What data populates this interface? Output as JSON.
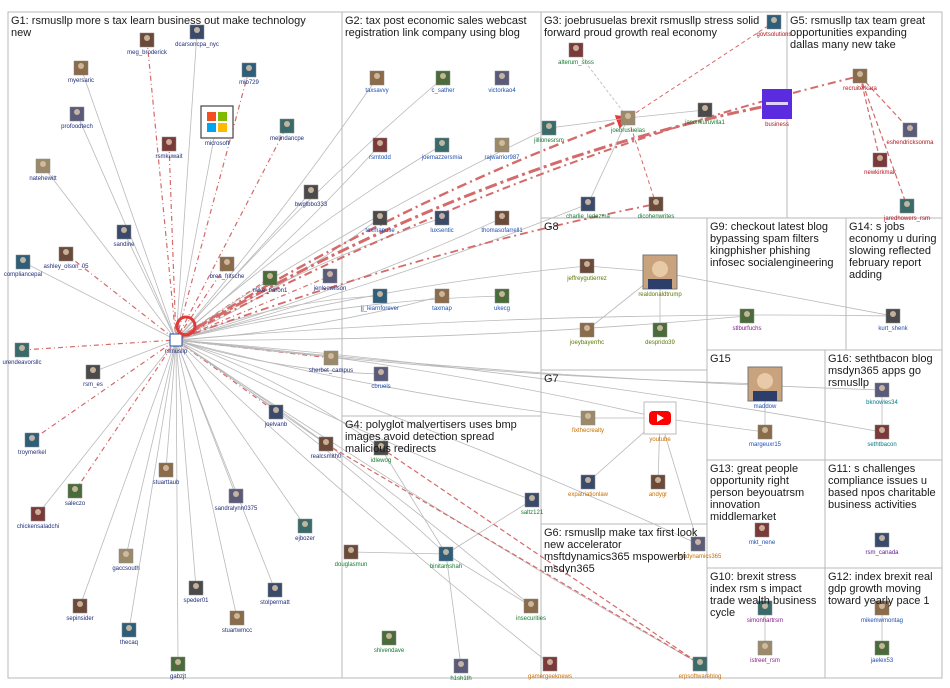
{
  "colors": {
    "group_border": "#b8b8b8",
    "edge_gray": "#b9b9b9",
    "edge_red": "#d46a6a",
    "edge_red_strong": "#e03a3a",
    "label_g1": "#1f2d7a",
    "label_g2": "#1f4fb0",
    "label_g3": "#137a2e",
    "label_g4": "#137a2e",
    "label_g5": "#b0141c",
    "label_g6": "#c86f00",
    "label_g7": "#c86f00",
    "label_g8": "#5c7a00",
    "label_g9": "#8a1a8a",
    "label_g10": "#8a1a8a",
    "label_g11": "#5a1a8a",
    "label_g12": "#1f4fb0",
    "label_g13": "#1f4fb0",
    "label_g14": "#1f4fb0",
    "label_g15": "#1f4fb0",
    "label_g16": "#007a8a"
  },
  "groups": [
    {
      "id": "G1",
      "lines": [
        "G1: rsmusllp more s tax learn business out make technology",
        "new"
      ]
    },
    {
      "id": "G2",
      "lines": [
        "G2: tax post economic sales webcast",
        "registration link company using blog"
      ]
    },
    {
      "id": "G3",
      "lines": [
        "G3: joebrusuelas brexit rsmusllp stress solid",
        "forward proud growth real economy"
      ]
    },
    {
      "id": "G5",
      "lines": [
        "G5: rsmusllp tax team great",
        "opportunities expanding",
        "dallas many new take"
      ]
    },
    {
      "id": "G8",
      "lines": [
        "G8"
      ]
    },
    {
      "id": "G9",
      "lines": [
        "G9: checkout latest blog",
        "bypassing spam filters",
        "kingphisher phishing",
        "infosec socialengineering"
      ]
    },
    {
      "id": "G14",
      "lines": [
        "G14: s jobs",
        "economy u during",
        "slowing reflected",
        "february report",
        "adding"
      ]
    },
    {
      "id": "G7",
      "lines": [
        "G7"
      ]
    },
    {
      "id": "G15",
      "lines": [
        "G15"
      ]
    },
    {
      "id": "G16",
      "lines": [
        "G16: sethtbacon blog",
        "msdyn365 apps go",
        "rsmusllp"
      ]
    },
    {
      "id": "G4",
      "lines": [
        "G4: polyglot malvertisers uses bmp",
        "images avoid detection spread",
        "malicious redirects"
      ]
    },
    {
      "id": "G6",
      "lines": [
        "G6: rsmusllp make tax first look",
        "new accelerator",
        "msftdynamics365 mspowerbi",
        "msdyn365"
      ]
    },
    {
      "id": "G13",
      "lines": [
        "G13: great people",
        "opportunity right",
        "person beyouatrsm",
        "innovation",
        "middlemarket"
      ]
    },
    {
      "id": "G11",
      "lines": [
        "G11: s challenges",
        "compliance issues u",
        "based npos charitable",
        "business activities"
      ]
    },
    {
      "id": "G10",
      "lines": [
        "G10: brexit stress",
        "index rsm s impact",
        "trade wealth business",
        "cycle"
      ]
    },
    {
      "id": "G12",
      "lines": [
        "G12: index brexit real",
        "gdp growth moving",
        "toward yearly pace 1"
      ]
    }
  ],
  "nodes": {
    "g1": [
      "dcarsoncpa_nyc",
      "meg_broderick",
      "mib729",
      "myersaric",
      "microsoft",
      "profoodtech",
      "rsmkuwait",
      "melindancpe",
      "natehewitt",
      "bwglbbo333",
      "sandine",
      "ashley_olson_05",
      "compliancepal",
      "brea_fritsche",
      "mike_baron1",
      "jenleewilson",
      "rsmusllp",
      "urendeavorsllc",
      "sherbet_campus",
      "rsm_es",
      "joelvanb",
      "realcsmith0",
      "troymerkel",
      "stuarttaub",
      "saleczo",
      "sandralynn0375",
      "chickensaladchi",
      "ejbozer",
      "gaccsouth",
      "speder01",
      "stolpermatt",
      "sepinsider",
      "thecaq",
      "stuartwmcc",
      "gabzjt"
    ],
    "g2": [
      "taxsavvy",
      "c_sather",
      "victorkao4",
      "rsmtodd",
      "joemazzersmia",
      "rajwarrior987",
      "taxmapuse",
      "luxsentic",
      "thomasofarrell1",
      "jj_learnforever",
      "taxmap",
      "ukecg",
      "cbruels"
    ],
    "g3": [
      "alterum_shss",
      "jillionesrsm",
      "joebrusuelas",
      "jasonkuruvilla1",
      "charlie_ledezma",
      "dicohenwrites"
    ],
    "g4": [
      "idlewog",
      "saltz121",
      "douglasmun",
      "binitamshah",
      "insecurities",
      "shivendave",
      "h1sh1th"
    ],
    "g5": [
      "govtsolutions",
      "recruiterkara",
      "business",
      "eshendricksonma",
      "newkirkmak",
      "jaredhowers_rsm"
    ],
    "g6": [
      "msftdynamics365",
      "gamergeeknews",
      "erpsoftwareblog"
    ],
    "g7": [
      "fixthecrealty",
      "youtube",
      "expatriationlaw",
      "andygr"
    ],
    "g8": [
      "jeffreygutierrez",
      "realdonaldtrump",
      "joeybayerrhc",
      "desprido39"
    ],
    "g9": [
      "stlburfuchs"
    ],
    "g10": [
      "simonhartrsm",
      "istreet_rsm"
    ],
    "g11": [
      "rsm_canada"
    ],
    "g12": [
      "mikemwmontag",
      "jaelex53"
    ],
    "g13": [
      "mkt_nene"
    ],
    "g14": [
      "kurt_shenk"
    ],
    "g15": [
      "maddow",
      "margeuxr15"
    ],
    "g16": [
      "bknowles34",
      "sethtbacon"
    ]
  }
}
